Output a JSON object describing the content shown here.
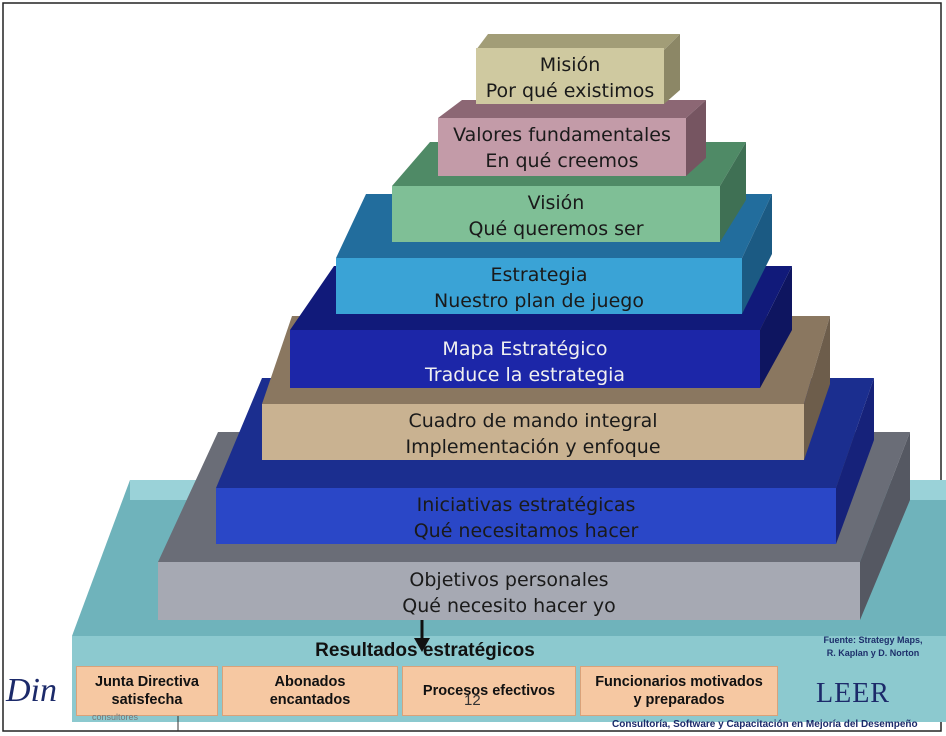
{
  "pyramid": {
    "tiers": [
      {
        "line1": "Misión",
        "line2": "Por qué existimos"
      },
      {
        "line1": "Valores fundamentales",
        "line2": "En qué creemos"
      },
      {
        "line1": "Visión",
        "line2": "Qué queremos ser"
      },
      {
        "line1": "Estrategia",
        "line2": "Nuestro plan de juego"
      },
      {
        "line1": "Mapa Estratégico",
        "line2": "Traduce la estrategia"
      },
      {
        "line1": "Cuadro de mando integral",
        "line2": "Implementación y enfoque"
      },
      {
        "line1": "Iniciativas estratégicas",
        "line2": "Qué necesitamos hacer"
      },
      {
        "line1": "Objetivos personales",
        "line2": "Qué necesito hacer yo"
      }
    ],
    "colors": {
      "mision": "#cfc9a0",
      "valores": "#c39ba8",
      "vision": "#7fbf96",
      "estrategia": "#3aa3d6",
      "mapa": "#1c26a8",
      "cuadro": "#c9b291",
      "iniciativas": "#2a47c7",
      "objetivos": "#a6a9b3",
      "base": "#8cc9cf"
    }
  },
  "results": {
    "title": "Resultados estratégicos",
    "boxes": [
      {
        "line1": "Junta Directiva",
        "line2": "satisfecha"
      },
      {
        "line1": "Abonados",
        "line2": "encantados"
      },
      {
        "line1": "Procesos efectivos",
        "line2": ""
      },
      {
        "line1": "Funcionarios motivados",
        "line2": "y preparados"
      }
    ]
  },
  "source": {
    "line1": "Fuente: Strategy Maps,",
    "line2": "R. Kaplan y D. Norton"
  },
  "footer": {
    "logo_left": "Din",
    "logo_left_sub": "consultores",
    "logo_right": "LEER",
    "tagline": "Consultoría, Software y Capacitación en Mejoría del Desempeño",
    "page_number": "12"
  }
}
